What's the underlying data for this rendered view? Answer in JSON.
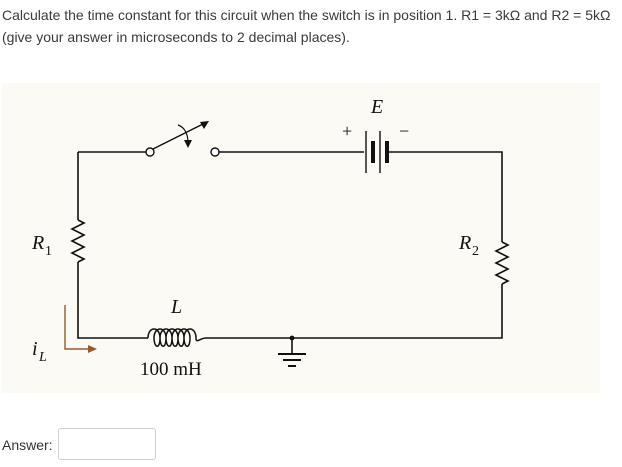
{
  "question": {
    "text": "Calculate the time constant for this circuit when the switch is in position 1. R1 = 3kΩ and R2 = 5kΩ (give your answer in microseconds to 2 decimal places)."
  },
  "circuit": {
    "battery_label": "E",
    "battery_plus": "+",
    "battery_minus": "−",
    "r1_label": "R",
    "r1_sub": "1",
    "r2_label": "R",
    "r2_sub": "2",
    "inductor_label": "L",
    "inductor_value": "100 mH",
    "current_label": "i",
    "current_sub": "L",
    "wire_color": "#111111",
    "arrow_color": "#9a5a2a"
  },
  "answer": {
    "label": "Answer:",
    "value": "",
    "placeholder": ""
  }
}
